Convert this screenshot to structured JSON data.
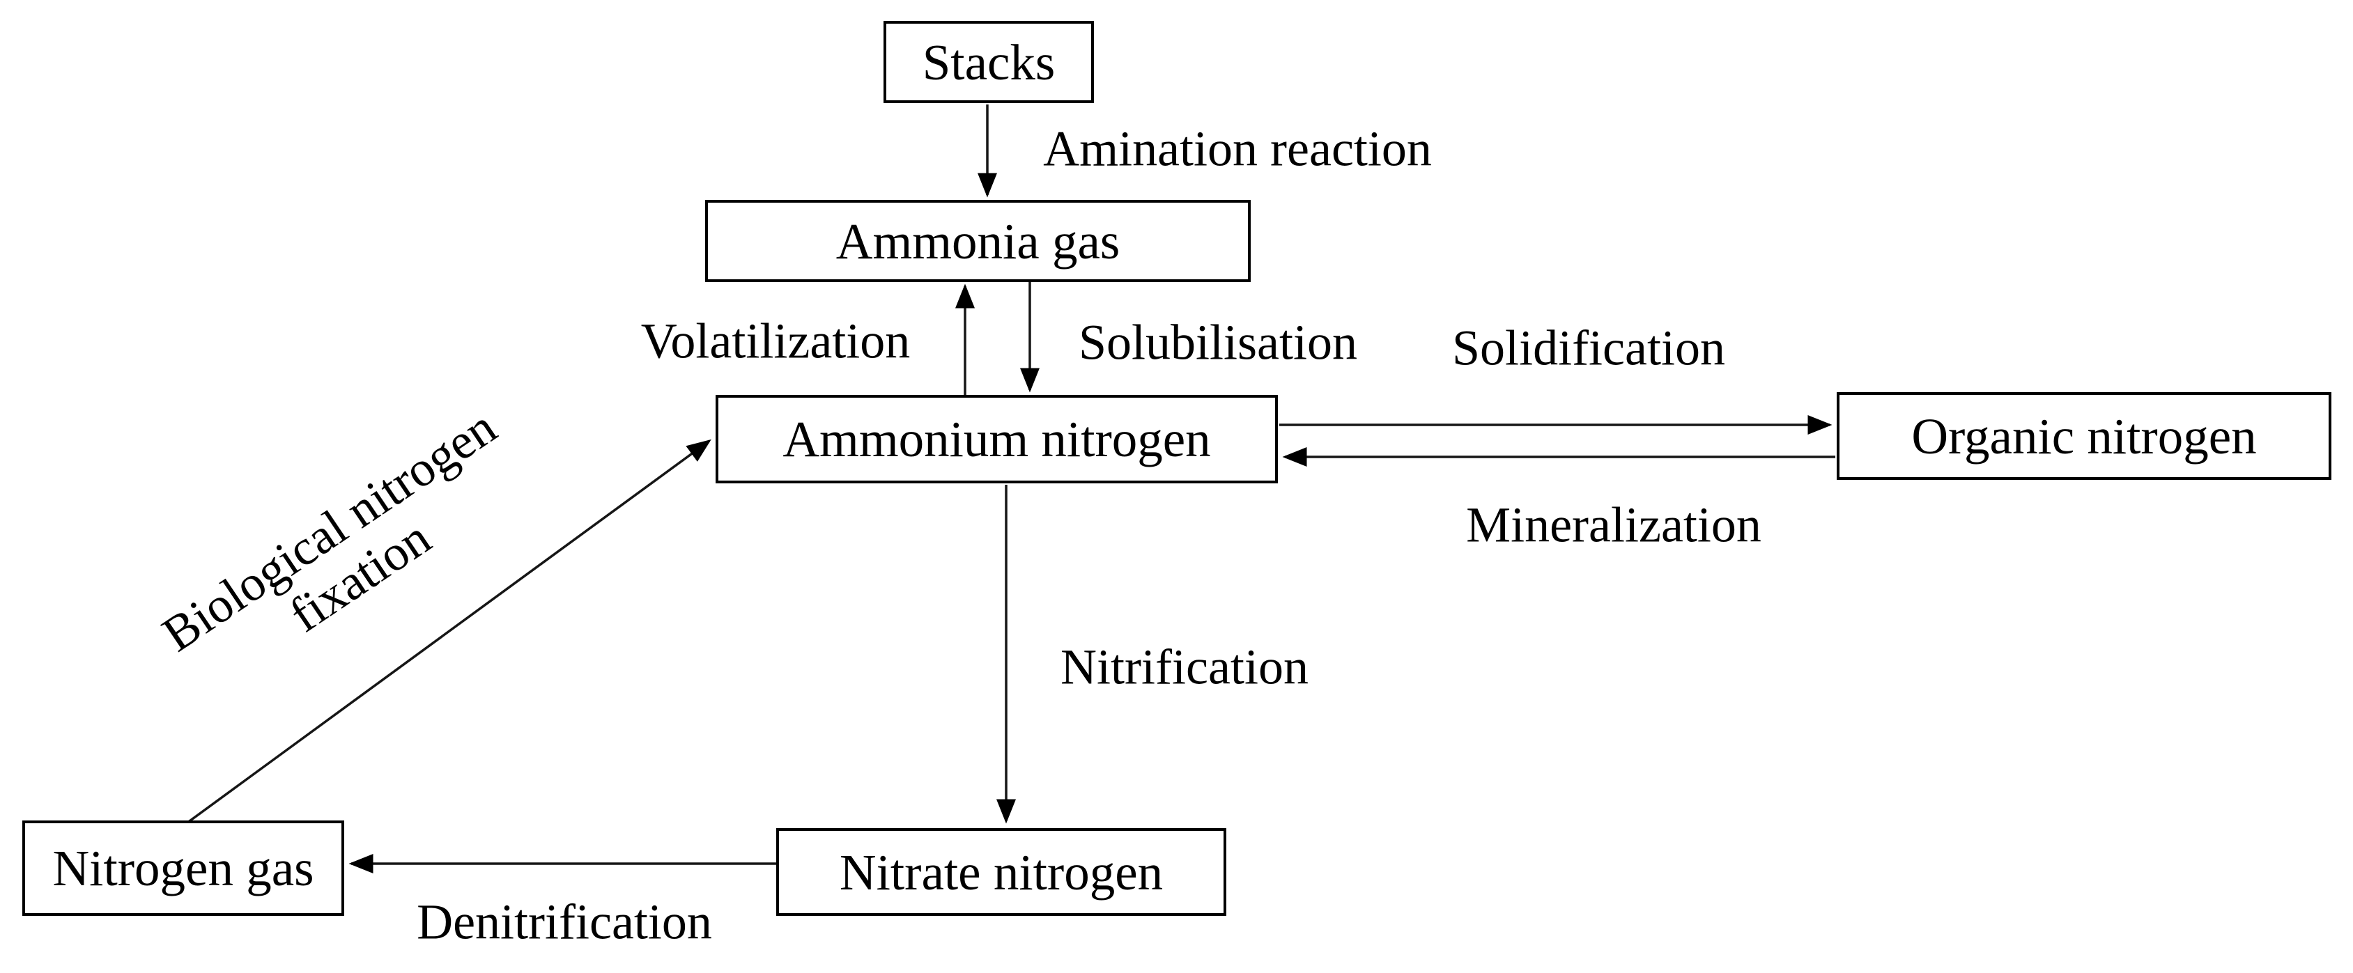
{
  "diagram": {
    "background": "#ffffff",
    "ink": "#000000",
    "nodes": [
      {
        "id": "stacks",
        "label": "Stacks"
      },
      {
        "id": "ammonia",
        "label": "Ammonia gas"
      },
      {
        "id": "ammonium",
        "label": "Ammonium nitrogen"
      },
      {
        "id": "organic",
        "label": "Organic nitrogen"
      },
      {
        "id": "nitrogen_gas",
        "label": "Nitrogen gas"
      },
      {
        "id": "nitrate",
        "label": "Nitrate nitrogen"
      }
    ],
    "edges": [
      {
        "from": "stacks",
        "to": "ammonia",
        "label": "Amination reaction"
      },
      {
        "from": "ammonium",
        "to": "ammonia",
        "label": "Volatilization"
      },
      {
        "from": "ammonia",
        "to": "ammonium",
        "label": "Solubilisation"
      },
      {
        "from": "ammonium",
        "to": "organic",
        "label": "Solidification"
      },
      {
        "from": "organic",
        "to": "ammonium",
        "label": "Mineralization"
      },
      {
        "from": "ammonium",
        "to": "nitrate",
        "label": "Nitrification"
      },
      {
        "from": "nitrate",
        "to": "nitrogen_gas",
        "label": "Denitrification"
      },
      {
        "from": "nitrogen_gas",
        "to": "ammonium",
        "label": "Biological nitrogen fixation",
        "label_lines": [
          "Biological nitrogen",
          "fixation"
        ]
      }
    ]
  }
}
